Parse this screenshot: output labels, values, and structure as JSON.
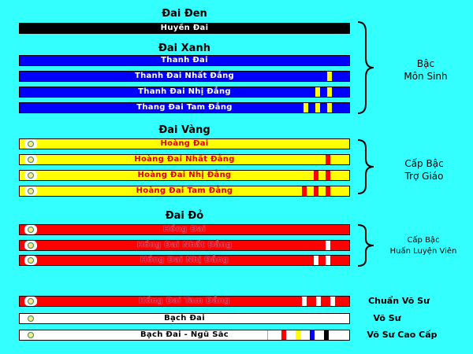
{
  "sections": {
    "black": {
      "title": "Đai Đen"
    },
    "blue": {
      "title": "Đai Xanh"
    },
    "yellow": {
      "title": "Đai Vàng"
    },
    "red": {
      "title": "Đai Đỏ"
    }
  },
  "belts": [
    {
      "label": "Huyền Đai"
    },
    {
      "label": "Thanh Đai"
    },
    {
      "label": "Thanh Đai Nhất Đẳng"
    },
    {
      "label": "Thanh Đai Nhị Đẳng"
    },
    {
      "label": "Thang Đai Tam Đẳng"
    },
    {
      "label": "Hoàng Đai"
    },
    {
      "label": "Hoàng Đai Nhất Đẳng"
    },
    {
      "label": "Hoàng Đai Nhị Đẳng"
    },
    {
      "label": "Hoàng Đai Tam Đẳng"
    },
    {
      "label": "Hồng Đai"
    },
    {
      "label": "Hồng Đai Nhất Đẳng"
    },
    {
      "label": "Hồng Đai Nhị Đẳng"
    },
    {
      "label": "Hồng Đai Tam Đẳng"
    },
    {
      "label": "Bạch Đai"
    },
    {
      "label": "Bạch Đai - Ngũ Sắc"
    }
  ],
  "ranks": {
    "bac_mon_sinh": [
      "Bậc",
      "Môn Sinh"
    ],
    "cap_bac_tro_giao": [
      "Cấp Bậc",
      "Trợ Giáo"
    ],
    "cap_bac_huan_luyen_vien": [
      "Cấp Bậc",
      "Huấn Luyện Viên"
    ],
    "chuan_vo_su": "Chuẩn Võ Sư",
    "vo_su": "Võ Sư",
    "vo_su_cao_cap": "Võ Sư Cao Cấp"
  },
  "colors": {
    "background": "#33FFFF",
    "black": "#000000",
    "blue": "#0000FF",
    "yellow": "#FFFF00",
    "red": "#FF0000",
    "white": "#FFFFFF",
    "green": "#008000"
  }
}
